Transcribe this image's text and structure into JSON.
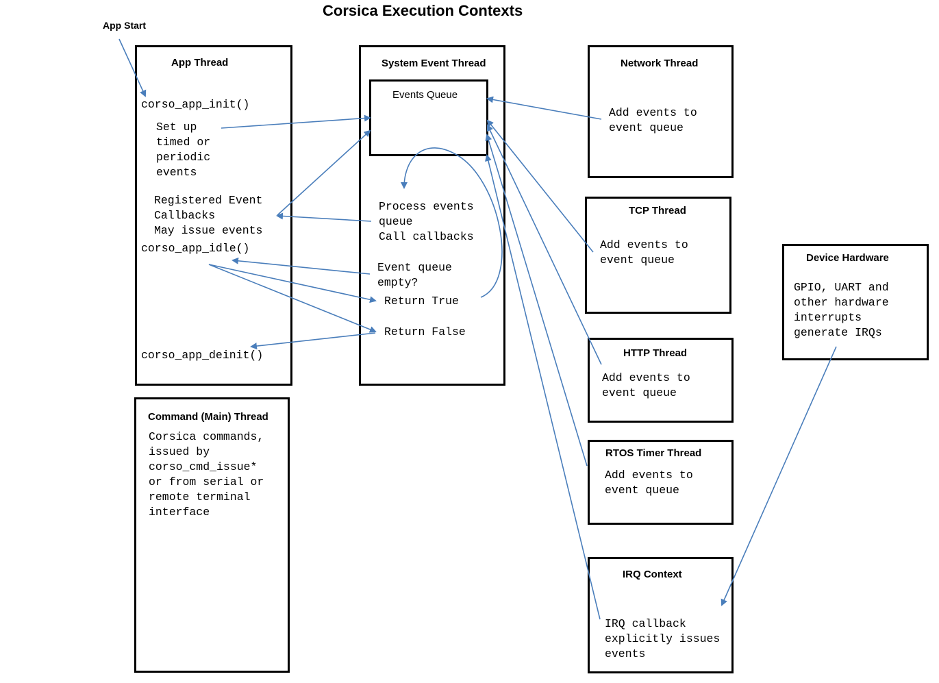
{
  "diagram": {
    "title": "Corsica Execution Contexts",
    "app_start": "App Start",
    "app_thread": {
      "title": "App Thread",
      "init": "corso_app_init()",
      "setup": "Set up\ntimed or\nperiodic\nevents",
      "registered": "Registered Event\nCallbacks\nMay issue events",
      "idle": "corso_app_idle()",
      "deinit": "corso_app_deinit()"
    },
    "system_event_thread": {
      "title": "System Event Thread",
      "queue_title": "Events Queue",
      "process": "Process events\nqueue\nCall callbacks",
      "empty": "Event queue\nempty?",
      "return_true": "Return True",
      "return_false": "Return False"
    },
    "network_thread": {
      "title": "Network Thread",
      "body": "Add events to\nevent queue"
    },
    "tcp_thread": {
      "title": "TCP Thread",
      "body": "Add events to\nevent queue"
    },
    "http_thread": {
      "title": "HTTP Thread",
      "body": "Add events to\nevent queue"
    },
    "rtos_timer_thread": {
      "title": "RTOS Timer Thread",
      "body": "Add events to\nevent queue"
    },
    "irq_context": {
      "title": "IRQ Context",
      "body": "IRQ callback\nexplicitly issues\nevents"
    },
    "device_hardware": {
      "title": "Device Hardware",
      "body": "GPIO, UART and\nother hardware\ninterrupts\ngenerate IRQs"
    },
    "command_thread": {
      "title": "Command (Main) Thread",
      "body": "Corsica commands,\nissued by\ncorso_cmd_issue*\nor from serial or\nremote terminal\ninterface"
    },
    "colors": {
      "arrow": "#4a7ebb",
      "box_border": "#000000"
    }
  }
}
